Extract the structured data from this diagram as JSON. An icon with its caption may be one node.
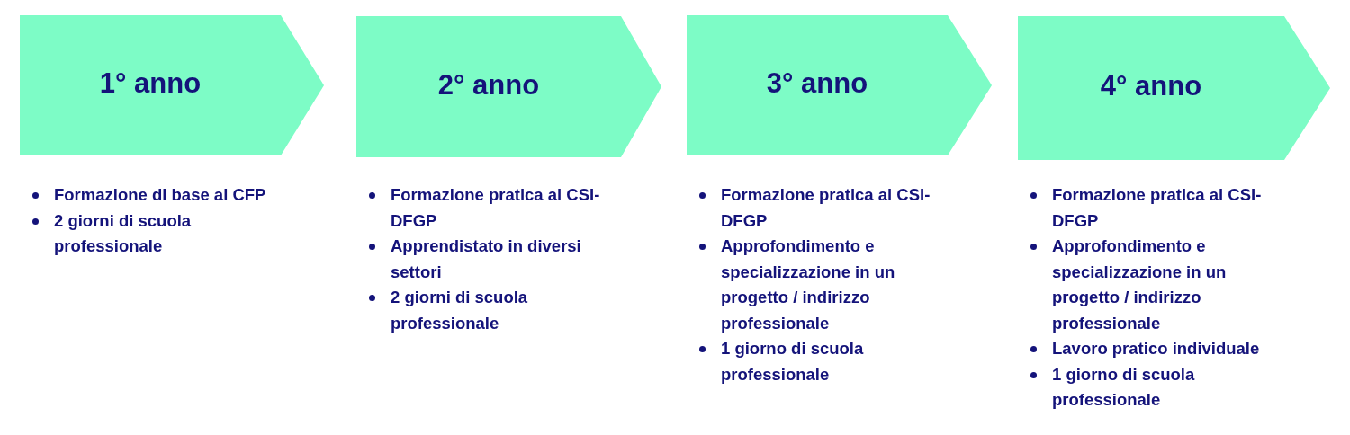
{
  "diagram": {
    "nodes": [
      {
        "text": [
          "1° anno"
        ],
        "beside": [
          "Formazione di base al CFP",
          "2 giorni di scuola professionale"
        ]
      },
      {
        "text": [
          "2° anno"
        ],
        "beside": [
          "Formazione pratica al CSI-DFGP",
          "Apprendistato in diversi settori",
          "2 giorni di scuola professionale"
        ]
      },
      {
        "text": [
          "3° anno"
        ],
        "beside": [
          "Formazione pratica al CSI-DFGP",
          "Approfondimento e specializzazione in un progetto / indirizzo professionale",
          "1 giorno di scuola professionale"
        ]
      },
      {
        "text": [
          "4° anno"
        ],
        "beside": [
          "Formazione pratica al CSI-DFGP",
          "Approfondimento e specializzazione in un progetto / indirizzo professionale",
          "Lavoro pratico individuale",
          "1 giorno di scuola professionale"
        ]
      }
    ]
  }
}
